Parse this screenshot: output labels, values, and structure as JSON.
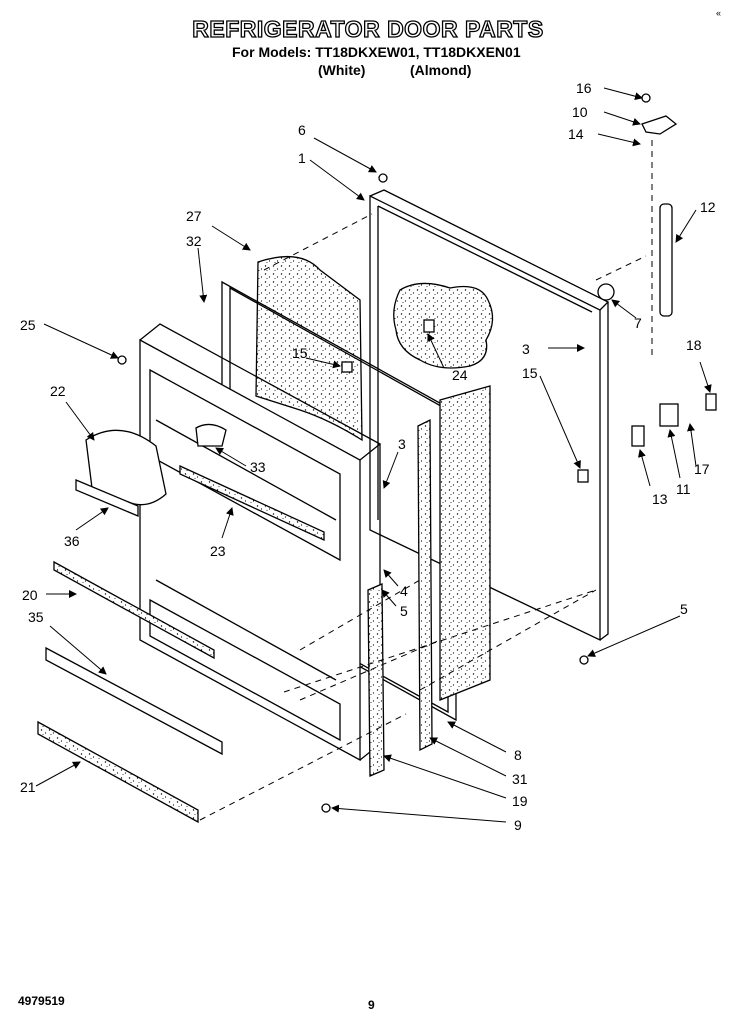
{
  "header": {
    "title": "REFRIGERATOR DOOR PARTS",
    "models_line": "For Models: TT18DKXEW01, TT18DKXEN01",
    "variant_white": "(White)",
    "variant_almond": "(Almond)"
  },
  "footer": {
    "part_number": "4979519",
    "page_number": "9",
    "corner_mark": "«"
  },
  "callouts": {
    "c1": "1",
    "c3a": "3",
    "c3b": "3",
    "c4": "4",
    "c5a": "5",
    "c5b": "5",
    "c6": "6",
    "c7": "7",
    "c8": "8",
    "c9": "9",
    "c10": "10",
    "c11": "11",
    "c12": "12",
    "c13": "13",
    "c14": "14",
    "c15a": "15",
    "c15b": "15",
    "c16": "16",
    "c17": "17",
    "c18": "18",
    "c19": "19",
    "c20": "20",
    "c21": "21",
    "c22": "22",
    "c23": "23",
    "c24": "24",
    "c25": "25",
    "c27": "27",
    "c31": "31",
    "c32": "32",
    "c33": "33",
    "c35": "35",
    "c36": "36"
  }
}
